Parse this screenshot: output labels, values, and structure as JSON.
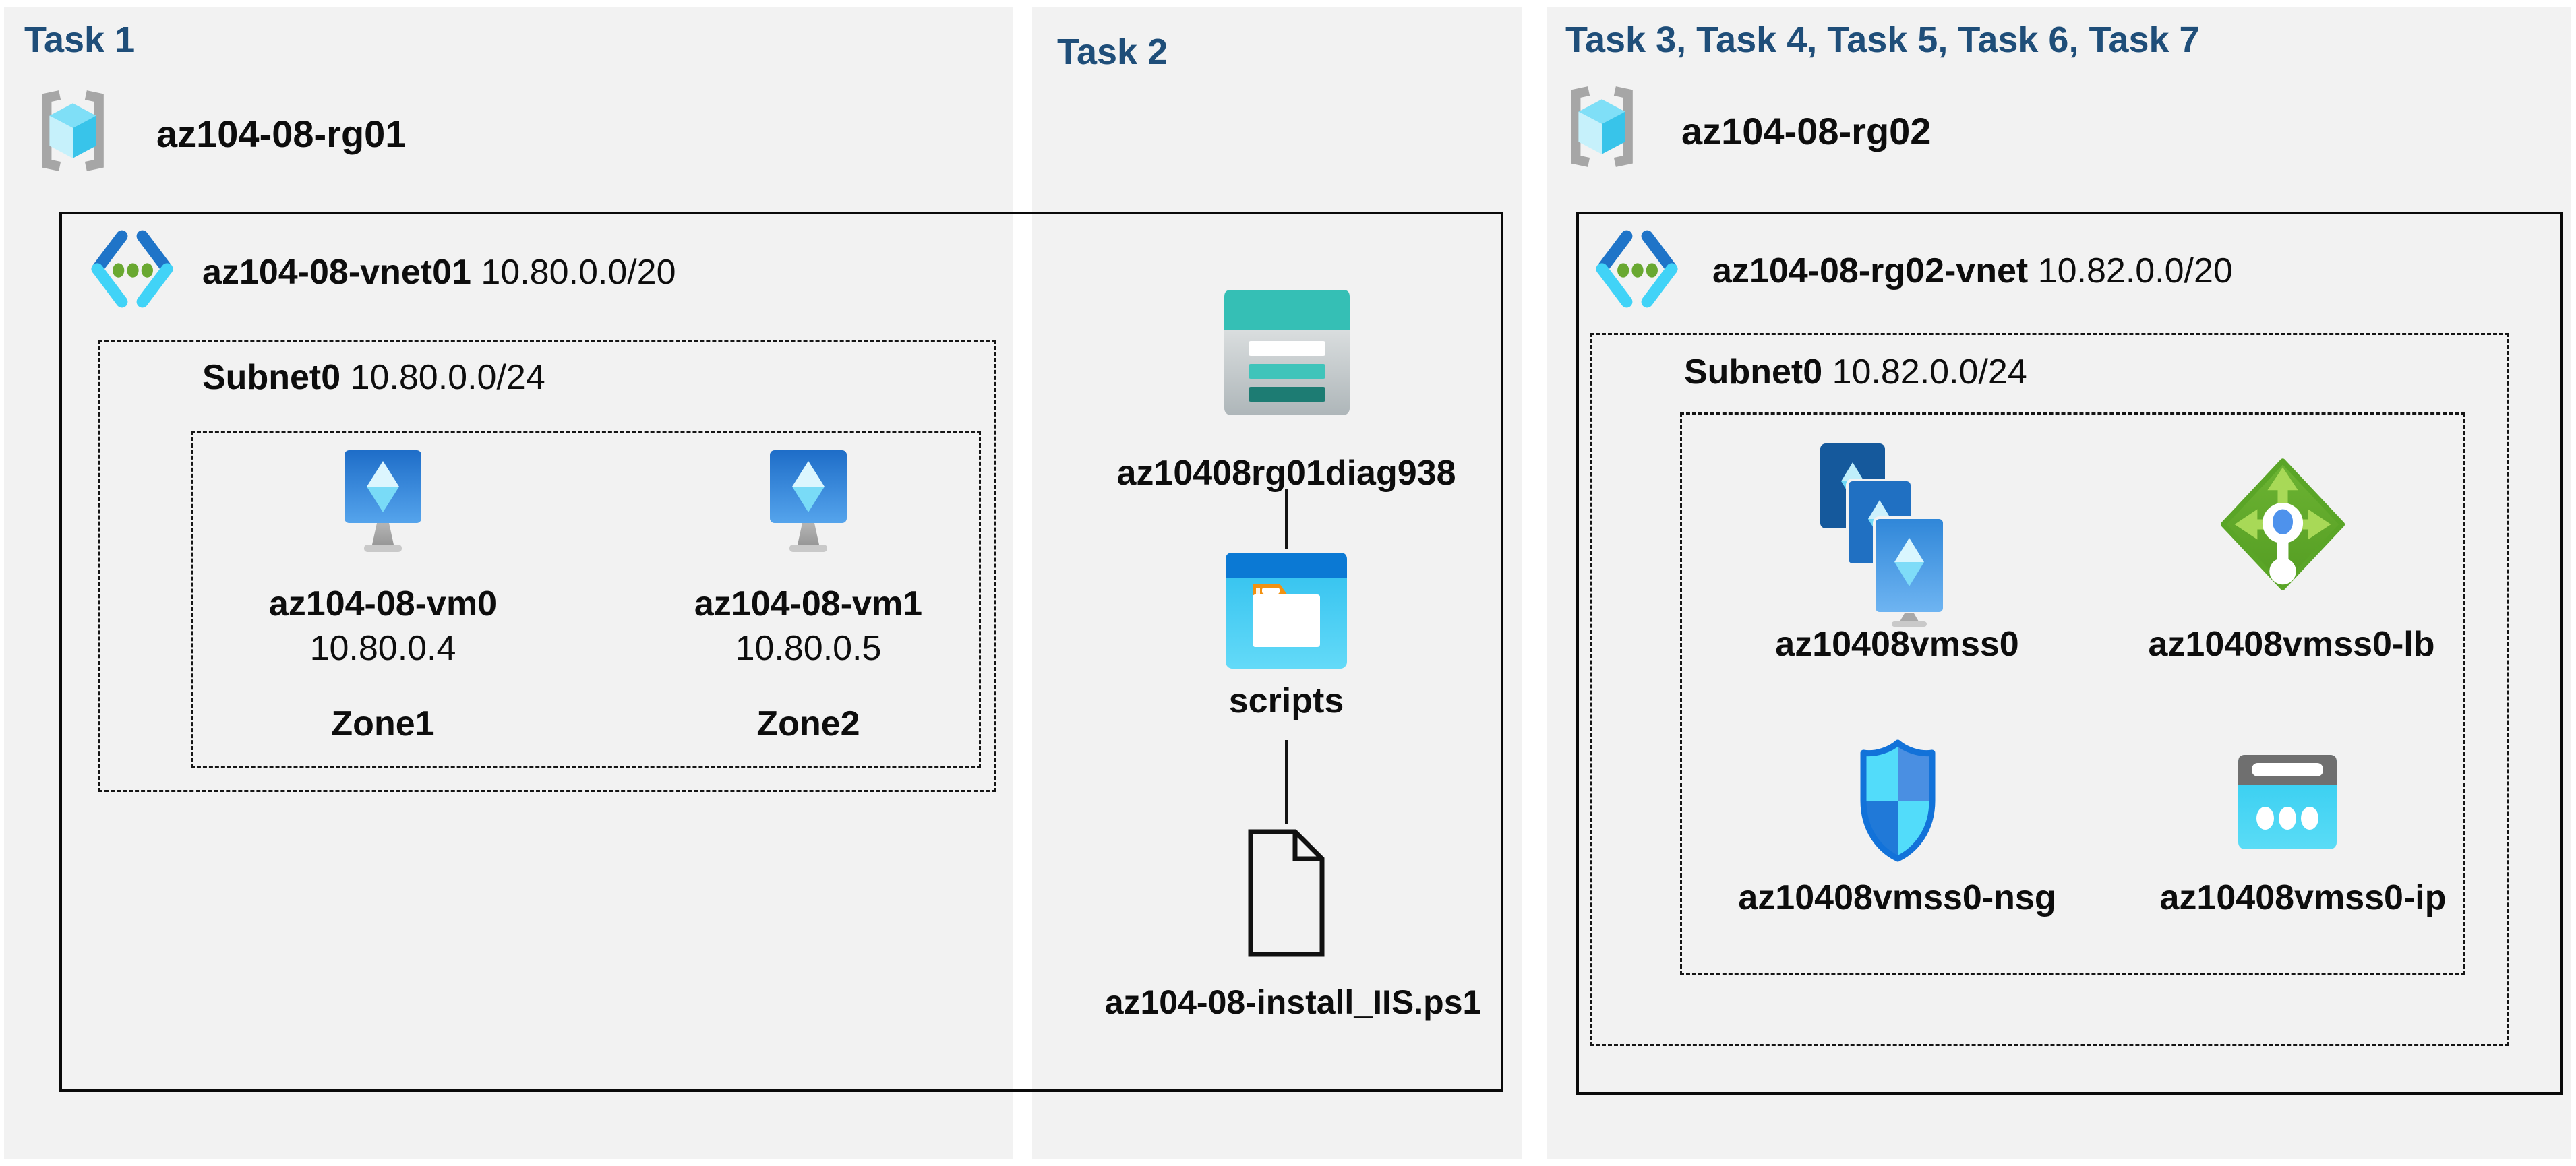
{
  "colors": {
    "task_title": "#1F4E79",
    "panel_background": "#f2f2f2",
    "box_border": "#0a0a0a",
    "label_text": "#0d0d0d",
    "vnet_blue": "#1f74c8",
    "vnet_cyan": "#41d3f7",
    "vnet_green_dot": "#69a831",
    "vm_monitor_blue": "#2373cf",
    "vm_diamond_cyan": "#79dbf7",
    "resource_group_bracket_gray": "#a6a6a6",
    "resource_group_cube_cyan": "#38c4ea",
    "storage_teal": "#35bfb5",
    "storage_teal_dark": "#1d7c73",
    "container_title_blue": "#0b79d4",
    "container_body_cyan": "#3cc9f2",
    "folder_tab_orange": "#f29111",
    "load_balancer_green": "#61a92c",
    "load_balancer_arrow_green": "#a8d957",
    "load_balancer_center_blue": "#4e92ec",
    "nsg_border_blue": "#1272d9",
    "nsg_light_cyan": "#52dcfa",
    "nsg_mid_blue": "#4a8fe2",
    "nsg_dark_blue": "#2079d8",
    "public_ip_gray": "#6f6f6f",
    "public_ip_cyan": "#35d1f2"
  },
  "panels": [
    {
      "title": "Task 1",
      "resource_group": "az104-08-rg01",
      "resource_group_icon": "resource-group-icon",
      "vnet_name": "az104-08-vnet01",
      "vnet_cidr": "10.80.0.0/20",
      "vnet_icon": "virtual-network-icon",
      "subnet_name": "Subnet0",
      "subnet_cidr": "10.80.0.0/24",
      "vms": [
        {
          "name": "az104-08-vm0",
          "ip": "10.80.0.4",
          "zone": "Zone1",
          "icon": "virtual-machine-icon"
        },
        {
          "name": "az104-08-vm1",
          "ip": "10.80.0.5",
          "zone": "Zone2",
          "icon": "virtual-machine-icon"
        }
      ]
    },
    {
      "title": "Task 2",
      "storage_account": {
        "name": "az10408rg01diag938",
        "icon": "storage-account-icon"
      },
      "container": {
        "name": "scripts",
        "icon": "blob-container-icon"
      },
      "file": {
        "name": "az104-08-install_IIS.ps1",
        "icon": "script-file-icon"
      }
    },
    {
      "title": "Task 3, Task 4, Task 5, Task 6, Task 7",
      "resource_group": "az104-08-rg02",
      "resource_group_icon": "resource-group-icon",
      "vnet_name": "az104-08-rg02-vnet",
      "vnet_cidr": "10.82.0.0/20",
      "vnet_icon": "virtual-network-icon",
      "subnet_name": "Subnet0",
      "subnet_cidr": "10.82.0.0/24",
      "resources": [
        {
          "name": "az10408vmss0",
          "icon": "vm-scale-set-icon"
        },
        {
          "name": "az10408vmss0-lb",
          "icon": "load-balancer-icon"
        },
        {
          "name": "az10408vmss0-nsg",
          "icon": "network-security-group-icon"
        },
        {
          "name": "az10408vmss0-ip",
          "icon": "public-ip-icon"
        }
      ]
    }
  ]
}
